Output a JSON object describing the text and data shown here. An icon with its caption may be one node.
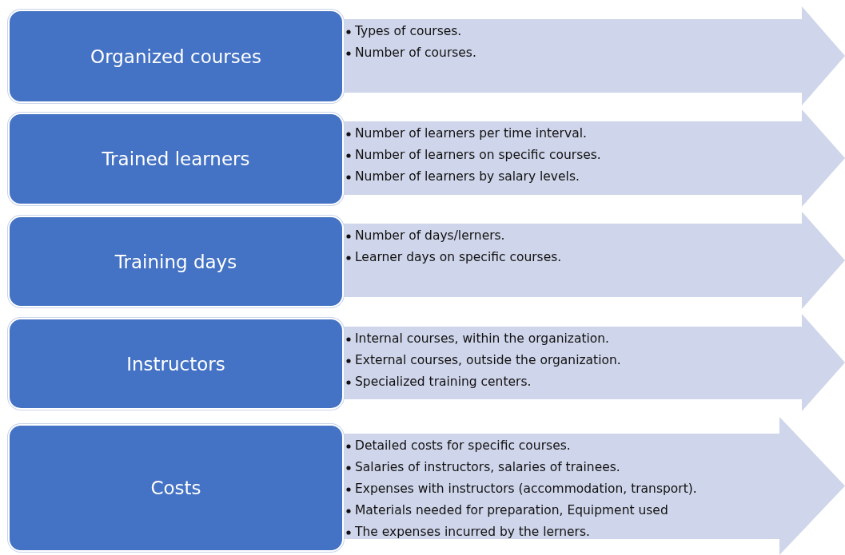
{
  "diagram": {
    "nodes": [
      {
        "text": [
          "Organized courses"
        ]
      },
      {
        "text": [
          "Types of courses.",
          "Number of courses."
        ]
      },
      {
        "text": [
          "Trained learners"
        ]
      },
      {
        "text": [
          "Number of learners per time interval.",
          "Number of learners on specific courses.",
          "Number of learners by salary levels."
        ]
      },
      {
        "text": [
          "Training days"
        ]
      },
      {
        "text": [
          "Number of days/lerners.",
          "Learner days on specific courses."
        ]
      },
      {
        "text": [
          "Instructors"
        ]
      },
      {
        "text": [
          "Internal courses, within the organization.",
          "External courses, outside the organization.",
          "Specialized training centers."
        ]
      },
      {
        "text": [
          "Costs"
        ]
      },
      {
        "text": [
          "Detailed costs for specific courses.",
          "Salaries of instructors, salaries of trainees.",
          "Expenses with instructors (accommodation, transport).",
          "Materials needed for preparation, Equipment used",
          "The expenses incurred by the lerners."
        ]
      }
    ]
  }
}
